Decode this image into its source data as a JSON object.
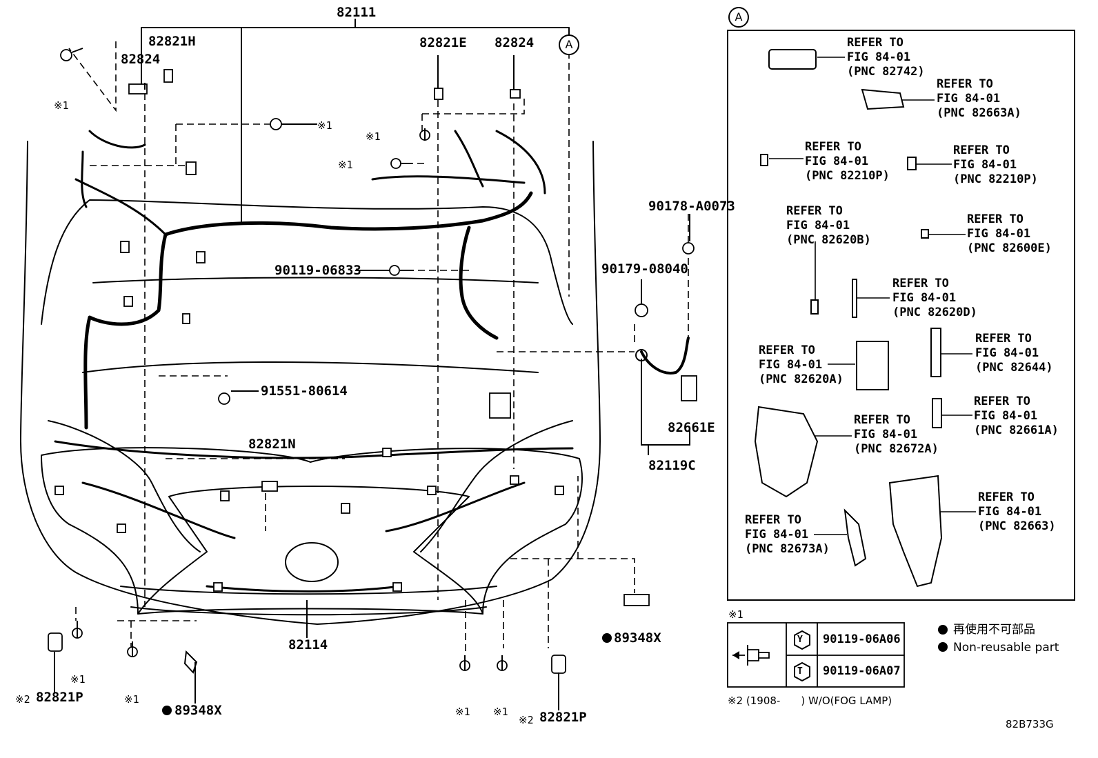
{
  "labels": {
    "harness_main": "82111",
    "p82821H": "82821H",
    "p82824_left": "82824",
    "p82821E": "82821E",
    "p82824_right": "82824",
    "view_a_marker": "A",
    "view_a_marker_box": "A",
    "bolt_06833": "90119-06833",
    "clamp_80614": "91551-80614",
    "p82821N": "82821N",
    "p82114": "82114",
    "p90178": "90178-A0073",
    "p90179": "90179-08040",
    "p82661E": "82661E",
    "p82119C": "82119C",
    "p89348X_right": "89348X",
    "p89348X_bottom": "89348X",
    "p82821P_left": "82821P",
    "p82821P_right": "82821P",
    "note1_mark": "※1",
    "note2_mark": "※2"
  },
  "refer_box": [
    {
      "line1": "REFER TO",
      "line2": "FIG 84-01",
      "line3": "(PNC 82742)"
    },
    {
      "line1": "REFER TO",
      "line2": "FIG 84-01",
      "line3": "(PNC 82663A)"
    },
    {
      "line1": "REFER TO",
      "line2": "FIG 84-01",
      "line3": "(PNC 82210P)"
    },
    {
      "line1": "REFER TO",
      "line2": "FIG 84-01",
      "line3": "(PNC 82210P)"
    },
    {
      "line1": "REFER TO",
      "line2": "FIG 84-01",
      "line3": "(PNC 82620B)"
    },
    {
      "line1": "REFER TO",
      "line2": "FIG 84-01",
      "line3": "(PNC 82600E)"
    },
    {
      "line1": "REFER TO",
      "line2": "FIG 84-01",
      "line3": "(PNC 82620D)"
    },
    {
      "line1": "REFER TO",
      "line2": "FIG 84-01",
      "line3": "(PNC 82620A)"
    },
    {
      "line1": "REFER TO",
      "line2": "FIG 84-01",
      "line3": "(PNC 82644)"
    },
    {
      "line1": "REFER TO",
      "line2": "FIG 84-01",
      "line3": "(PNC 82672A)"
    },
    {
      "line1": "REFER TO",
      "line2": "FIG 84-01",
      "line3": "(PNC 82661A)"
    },
    {
      "line1": "REFER TO",
      "line2": "FIG 84-01",
      "line3": "(PNC 82663)"
    },
    {
      "line1": "REFER TO",
      "line2": "FIG 84-01",
      "line3": "(PNC 82673A)"
    }
  ],
  "note_table": {
    "title": "※1",
    "row_y_symbol": "Y",
    "row_y_part": "90119-06A06",
    "row_t_symbol": "T",
    "row_t_part": "90119-06A07"
  },
  "legend": {
    "jp": "再使用不可部品",
    "en": "Non-reusable part"
  },
  "footnote2": "※2 (1908-　　) W/O(FOG LAMP)",
  "figure_code": "82B733G"
}
